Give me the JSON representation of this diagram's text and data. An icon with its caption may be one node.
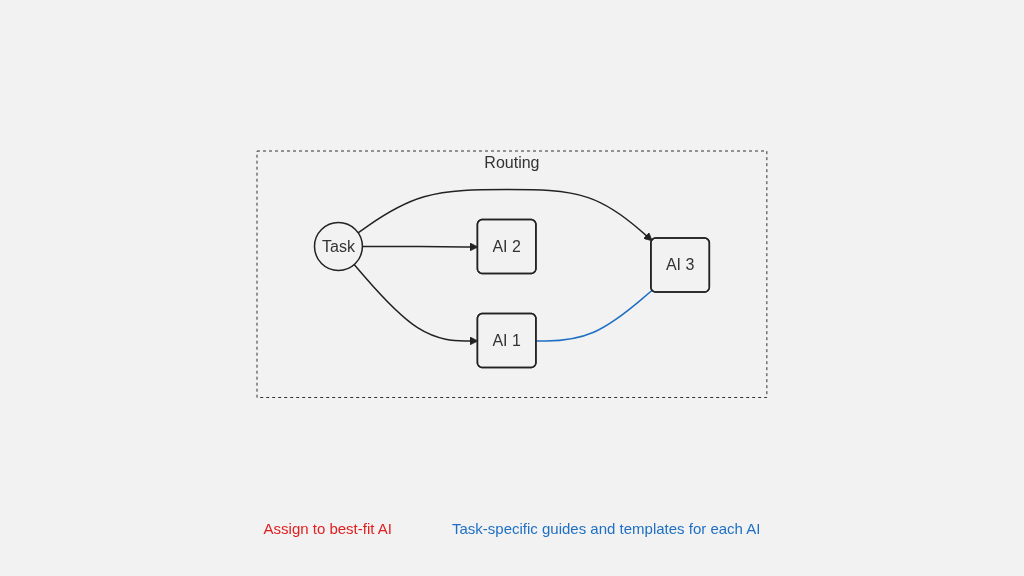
{
  "diagram": {
    "nodes": [
      {
        "text": [
          "Routing"
        ]
      },
      {
        "text": [
          "Task"
        ],
        "in": 0
      },
      {
        "text": [
          "AI 1"
        ],
        "in": 0
      },
      {
        "text": [
          "AI 2"
        ],
        "in": 0
      },
      {
        "text": [
          "AI 3"
        ],
        "in": 0
      }
    ],
    "edges": [
      {
        "from": 1,
        "to": 2,
        "arrow": "to"
      },
      {
        "from": 1,
        "to": 3,
        "arrow": "to"
      },
      {
        "from": 1,
        "to": 4,
        "arrow": "to"
      },
      {
        "from": 2,
        "to": 4,
        "arrow": "none",
        "color": "#1f6fc4"
      }
    ],
    "labels": [
      "Assign to best-fit AI",
      "Task-specific guides and templates for each AI"
    ]
  }
}
